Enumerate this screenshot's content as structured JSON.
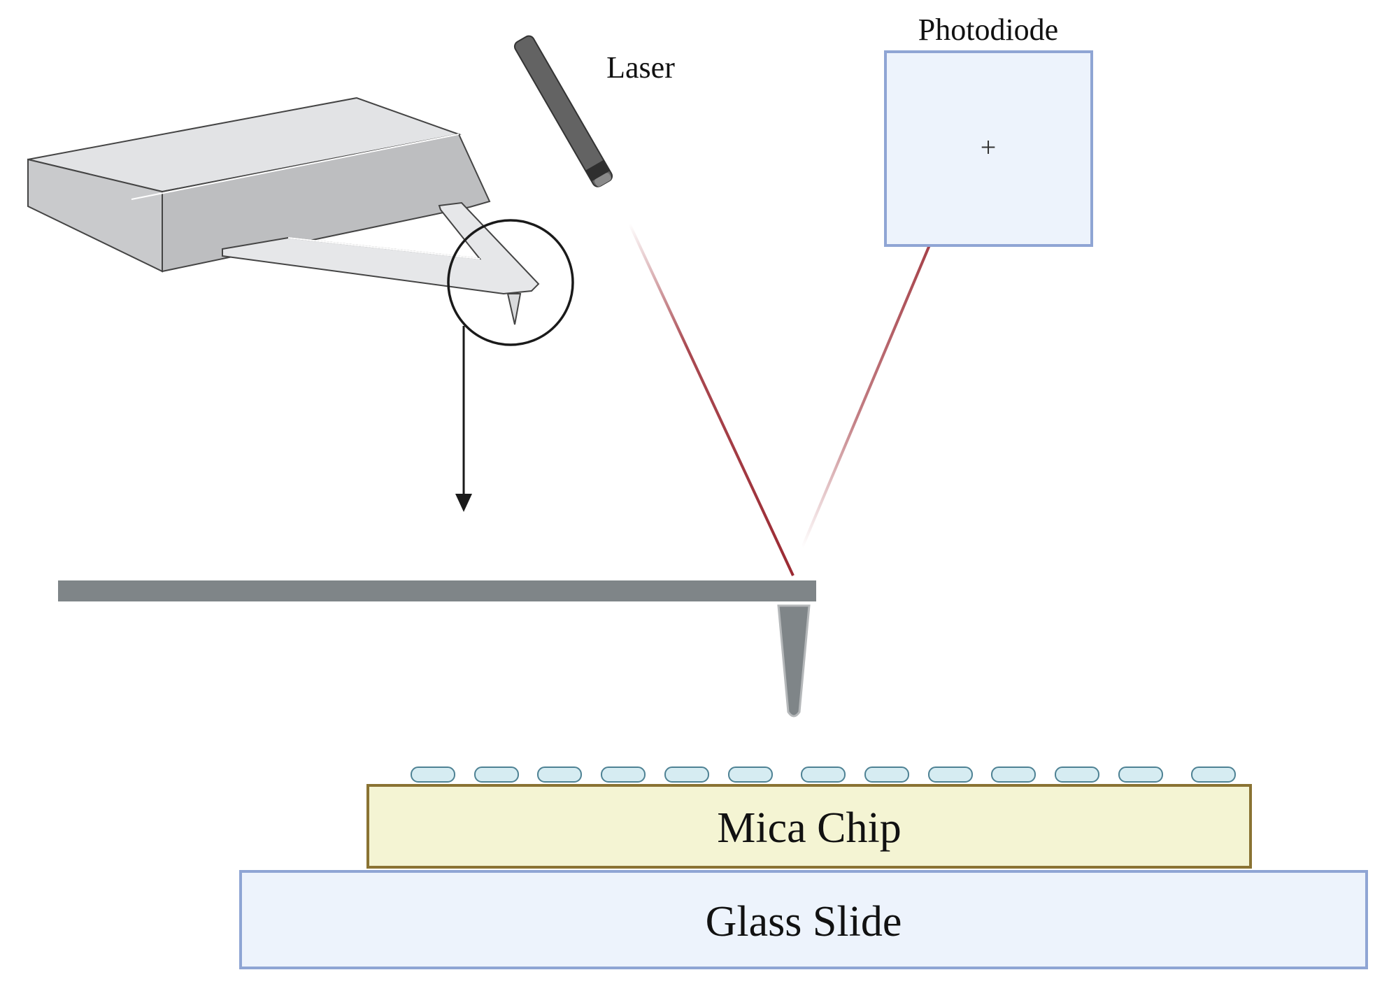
{
  "labels": {
    "laser": "Laser",
    "photodiode": "Photodiode",
    "mica_chip": "Mica Chip",
    "glass_slide": "Glass Slide",
    "crosshair": "+"
  },
  "colors": {
    "laser_beam": "#9b2a33",
    "photodiode_fill": "#edf3fc",
    "photodiode_stroke": "#8fa5d4",
    "mica_fill": "#f4f4d3",
    "mica_stroke": "#8a7333",
    "glass_fill": "#edf3fc",
    "glass_stroke": "#8fa5d4",
    "sample_fill": "#d6ecf2",
    "sample_stroke": "#4e8294",
    "cantilever_beam": "#7f8588",
    "tip": "#7f8588",
    "laser_body": "#636363"
  },
  "icons": {
    "laser": "laser-emitter-icon",
    "photodiode": "photodiode-detector-icon",
    "tip": "afm-tip-icon"
  }
}
